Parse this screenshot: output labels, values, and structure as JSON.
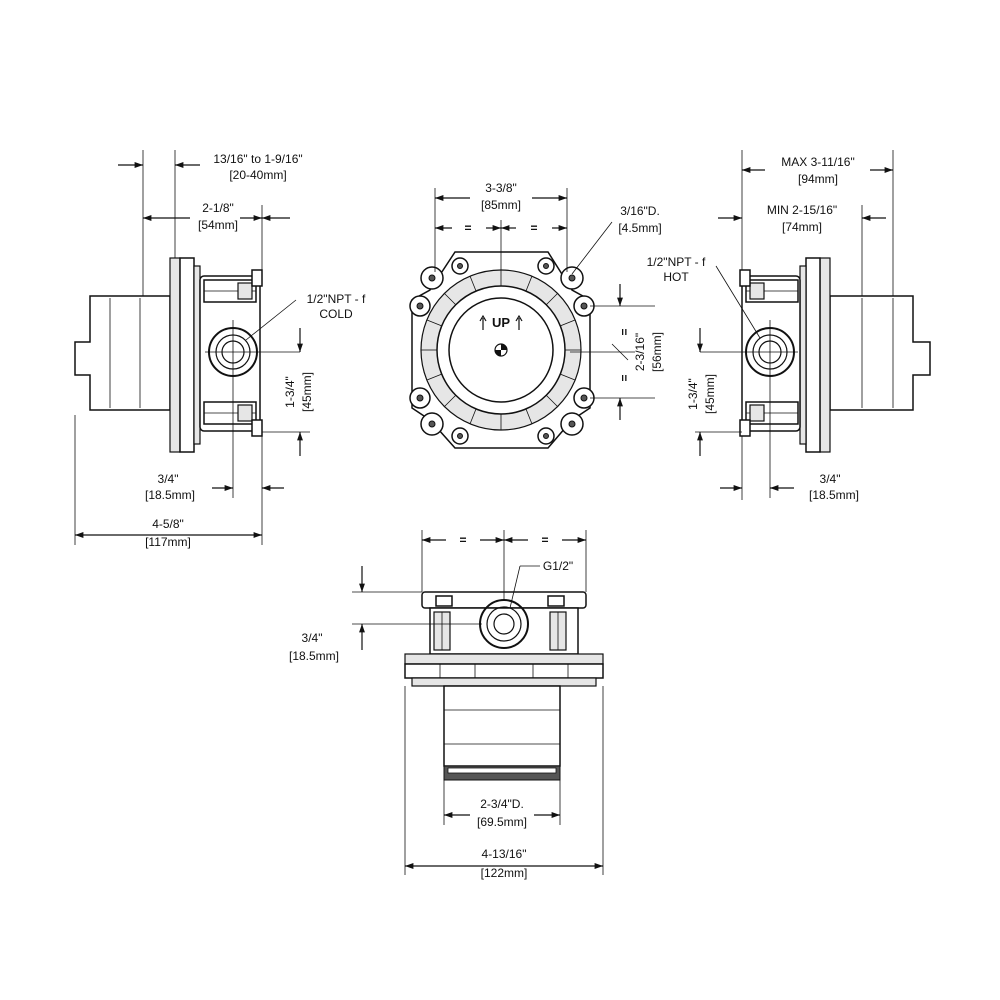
{
  "left_view": {
    "dim_depth_range": "13/16\" to 1-9/16\"",
    "dim_depth_range_mm": "[20-40mm]",
    "dim_flange_width": "2-1/8\"",
    "dim_flange_width_mm": "[54mm]",
    "port_label": "1/2\"NPT - f",
    "port_name": "COLD",
    "dim_port_spacing": "1-3/4\"",
    "dim_port_spacing_mm": "[45mm]",
    "dim_port_offset": "3/4\"",
    "dim_port_offset_mm": "[18.5mm]",
    "dim_total_depth": "4-5/8\"",
    "dim_total_depth_mm": "[117mm]"
  },
  "front_view": {
    "dim_mount_width": "3-3/8\"",
    "dim_mount_width_mm": "[85mm]",
    "equal_mark": "=",
    "hole_label": "3/16\"D.",
    "hole_label_mm": "[4.5mm]",
    "up_label": "UP",
    "dim_mount_height": "2-3/16\"",
    "dim_mount_height_mm": "[56mm]"
  },
  "right_view": {
    "dim_max": "MAX 3-11/16\"",
    "dim_max_mm": "[94mm]",
    "dim_min": "MIN 2-15/16\"",
    "dim_min_mm": "[74mm]",
    "port_label": "1/2\"NPT - f",
    "port_name": "HOT",
    "dim_port_spacing": "1-3/4\"",
    "dim_port_spacing_mm": "[45mm]",
    "dim_port_offset": "3/4\"",
    "dim_port_offset_mm": "[18.5mm]"
  },
  "bottom_view": {
    "equal_mark": "=",
    "port_label": "G1/2\"",
    "dim_port_height": "3/4\"",
    "dim_port_height_mm": "[18.5mm]",
    "dim_body_diameter": "2-3/4\"D.",
    "dim_body_diameter_mm": "[69.5mm]",
    "dim_total_width": "4-13/16\"",
    "dim_total_width_mm": "[122mm]"
  }
}
